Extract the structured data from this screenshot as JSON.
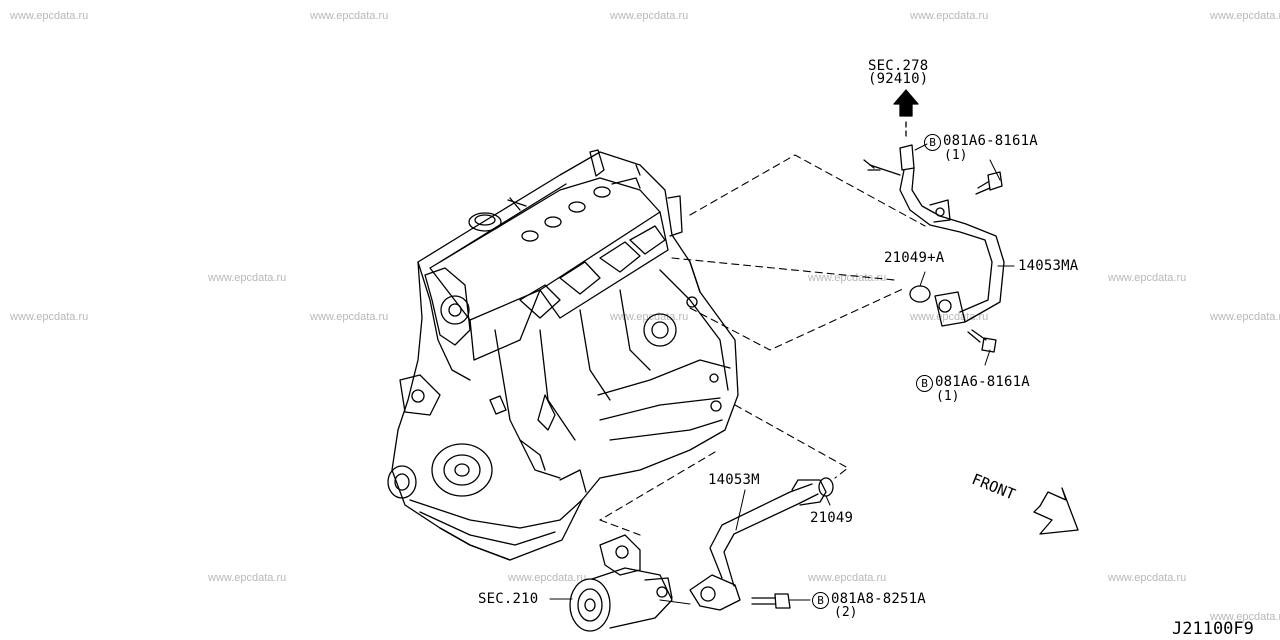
{
  "watermark": "www.epcdata.ru",
  "diagram_code": "J21100F9",
  "front_label": "FRONT",
  "labels": {
    "sec278": "SEC.278",
    "sec278_ref": "(92410)",
    "bolt_top_part": "081A6-8161A",
    "bolt_top_qty": "(1)",
    "gasket_a": "21049+A",
    "hose_ma": "14053MA",
    "bolt_mid_part": "081A6-8161A",
    "bolt_mid_qty": "(1)",
    "hose_m": "14053M",
    "gasket": "21049",
    "sec210": "SEC.210",
    "bolt_bot_part": "081A8-8251A",
    "bolt_bot_qty": "(2)",
    "bolt_symbol": "B"
  }
}
